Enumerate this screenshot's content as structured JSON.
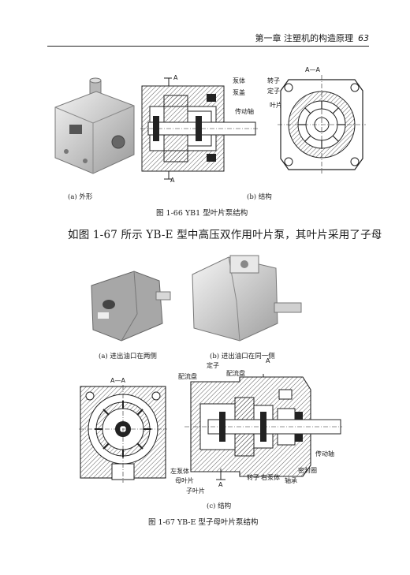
{
  "header": {
    "chapter": "第一章  注塑机的构造原理",
    "page_number": "63"
  },
  "fig66": {
    "sub_a": "(a) 外形",
    "sub_b": "(b) 结构",
    "caption": "图 1-66    YB1 型叶片泵结构",
    "labels": {
      "a_top": "A",
      "a_bottom": "A",
      "pump_body": "泵体",
      "pump_cover": "泵盖",
      "drive_shaft": "传动轴",
      "rotor": "转子",
      "stator": "定子",
      "vane": "叶片",
      "section": "A—A"
    }
  },
  "paragraph": "如图 1-67 所示 YB-E 型中高压双作用叶片泵，其叶片采用了子母",
  "fig67": {
    "sub_a": "(a) 进出油口在两侧",
    "sub_b": "(b) 进出油口在同一侧",
    "sub_c": "(c) 结构",
    "caption": "图 1-67    YB-E 型子母叶片泵结构",
    "labels": {
      "section": "A—A",
      "a_top": "A",
      "a_bottom": "A",
      "stator": "定子",
      "port_plate_1": "配流盘",
      "port_plate_2": "配流盘",
      "left_body": "左泵体",
      "mother_vane": "母叶片",
      "child_vane": "子叶片",
      "rotor": "转子",
      "right_body": "右泵体",
      "bearing": "轴承",
      "seal": "密封圈",
      "drive_shaft": "传动轴"
    }
  }
}
